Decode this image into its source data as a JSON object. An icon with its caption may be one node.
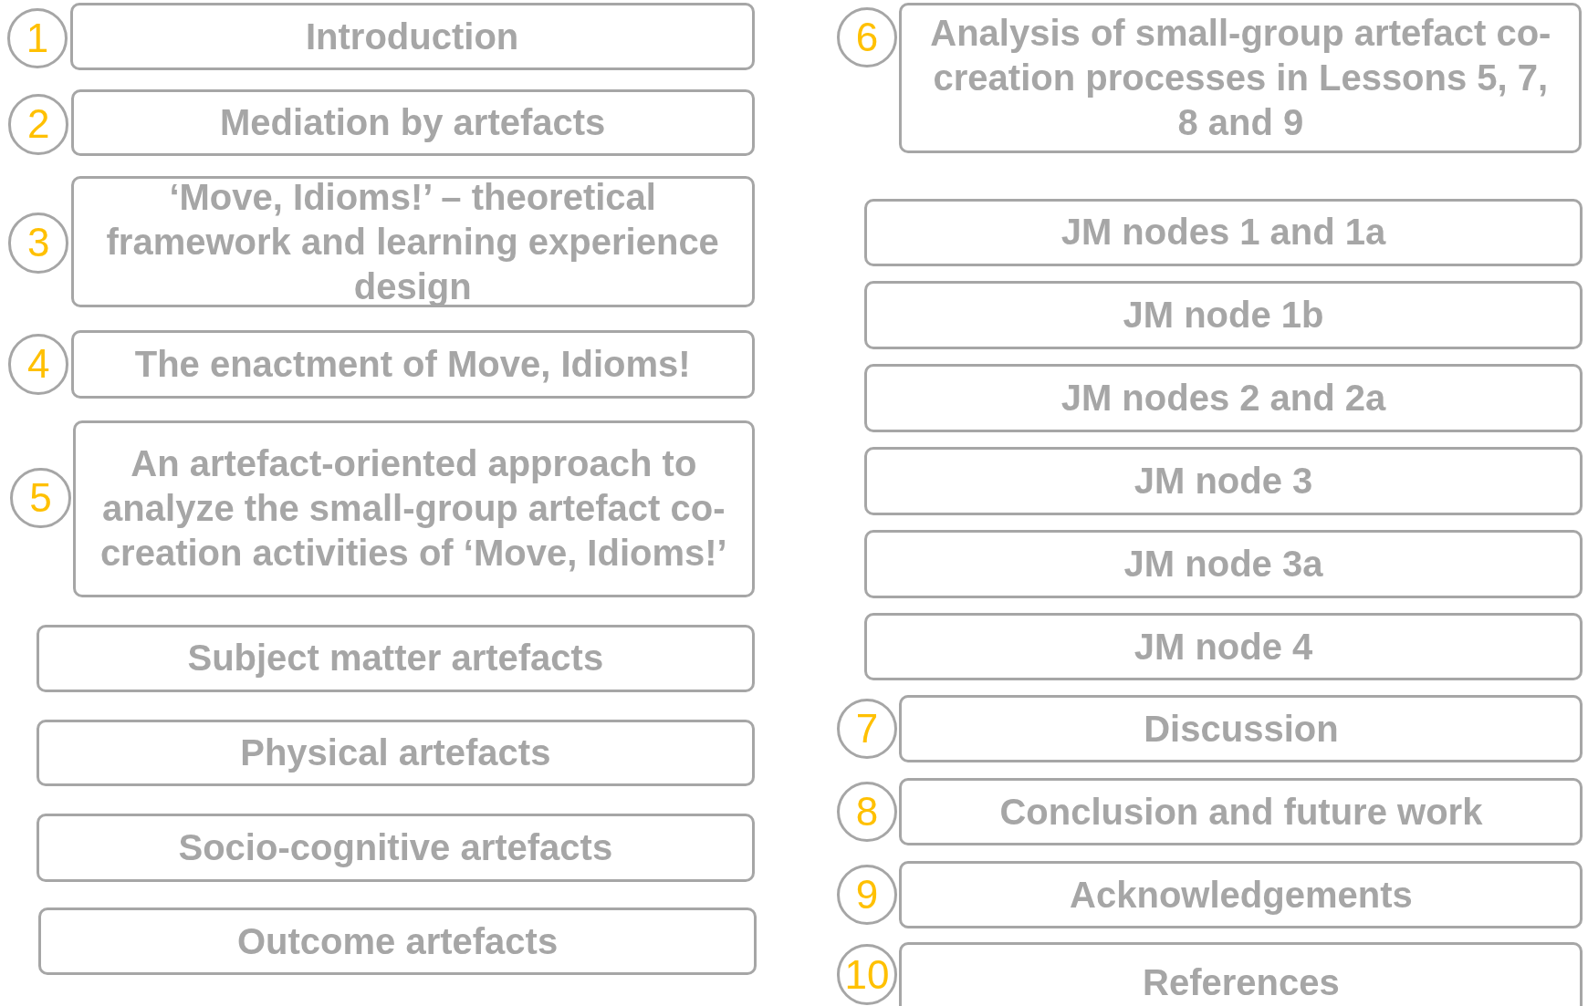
{
  "diagram": {
    "nodes": [
      {
        "text": [
          "1"
        ]
      },
      {
        "text": [
          "Introduction"
        ]
      },
      {
        "text": [
          "2"
        ]
      },
      {
        "text": [
          "Mediation by artefacts"
        ]
      },
      {
        "text": [
          "3"
        ]
      },
      {
        "text": [
          "‘Move, Idioms!’ – theoretical framework and learning experience design"
        ]
      },
      {
        "text": [
          "4"
        ]
      },
      {
        "text": [
          "The enactment of Move, Idioms!"
        ]
      },
      {
        "text": [
          "5"
        ]
      },
      {
        "text": [
          "An artefact-oriented approach to analyze the small-group artefact co-creation activities of ‘Move, Idioms!’"
        ]
      },
      {
        "text": [
          "Subject matter artefacts"
        ]
      },
      {
        "text": [
          "Physical artefacts"
        ]
      },
      {
        "text": [
          "Socio-cognitive artefacts"
        ]
      },
      {
        "text": [
          "Outcome artefacts"
        ]
      },
      {
        "text": [
          "6"
        ]
      },
      {
        "text": [
          "Analysis of small-group artefact co-creation processes in Lessons 5, 7, 8 and 9"
        ]
      },
      {
        "text": [
          "JM nodes 1 and 1a"
        ]
      },
      {
        "text": [
          "JM node 1b"
        ]
      },
      {
        "text": [
          "JM nodes 2 and 2a"
        ]
      },
      {
        "text": [
          "JM node 3"
        ]
      },
      {
        "text": [
          "JM node 3a"
        ]
      },
      {
        "text": [
          "JM node 4"
        ]
      },
      {
        "text": [
          "7"
        ]
      },
      {
        "text": [
          "Discussion"
        ]
      },
      {
        "text": [
          "8"
        ]
      },
      {
        "text": [
          "Conclusion and future work"
        ]
      },
      {
        "text": [
          "9"
        ]
      },
      {
        "text": [
          "Acknowledgements"
        ]
      },
      {
        "text": [
          "10"
        ]
      },
      {
        "text": [
          "References"
        ]
      }
    ]
  }
}
